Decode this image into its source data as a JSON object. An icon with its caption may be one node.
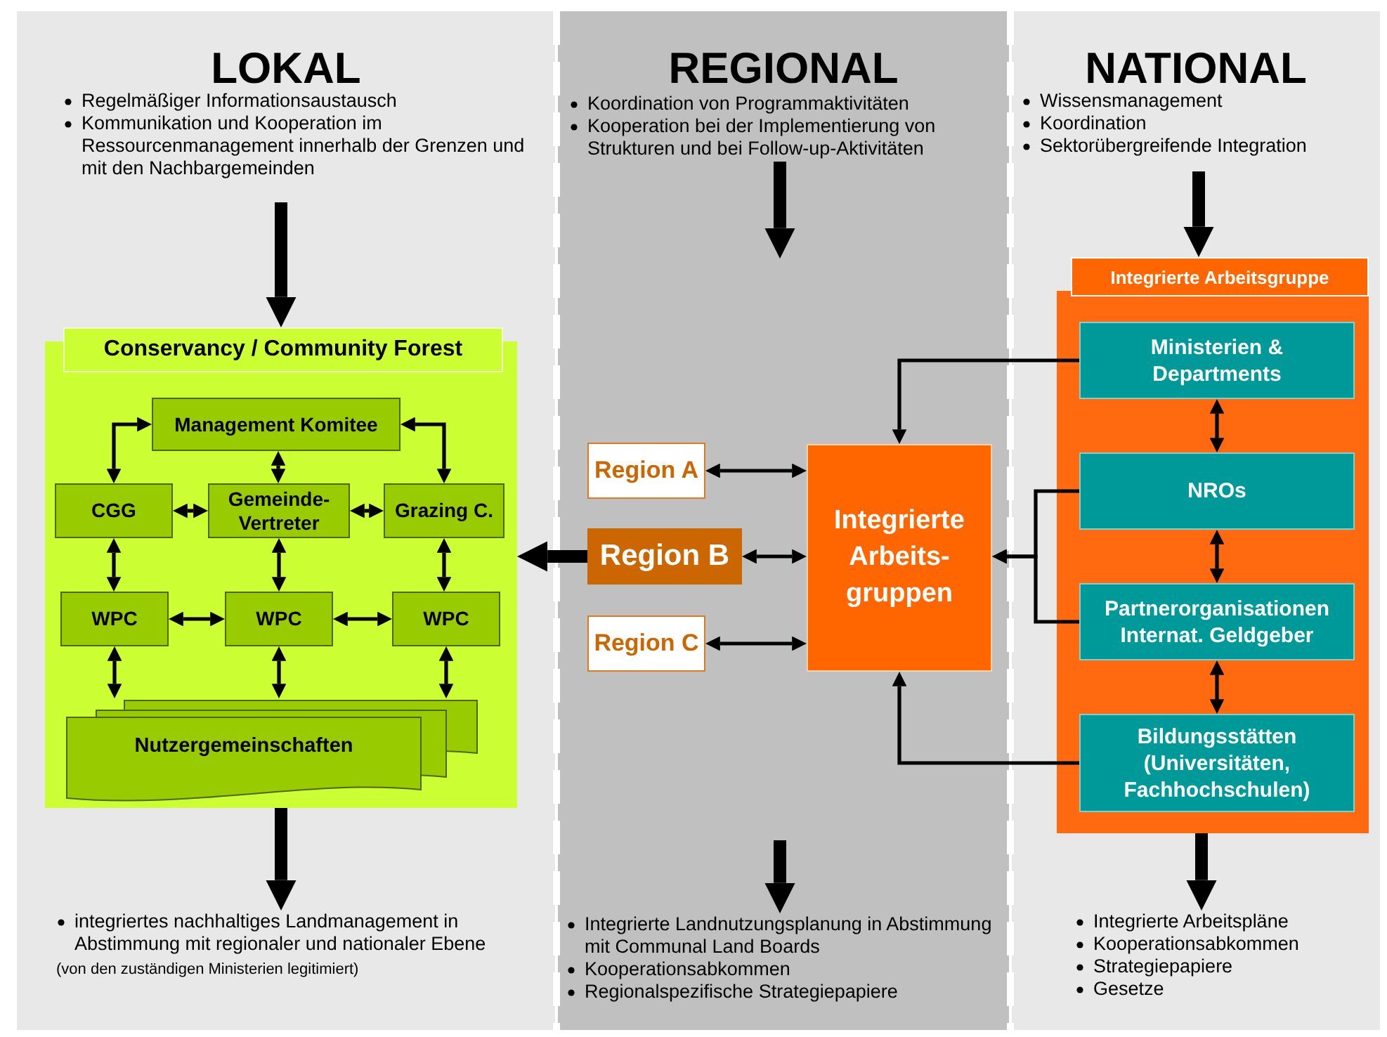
{
  "diagram": {
    "nodes": [
      {
        "text": [
          "LOKAL"
        ]
      },
      {
        "text": [
          "Regelmäßiger Informationsaustausch",
          "Kommunikation und Kooperation im Ressourcenmanagement innerhalb der Grenzen und mit den Nachbargemeinden"
        ],
        "in": 0
      },
      {
        "text": [
          "Conservancy / Community Forest"
        ],
        "in": 0
      },
      {
        "text": [
          "Management Komitee"
        ],
        "in": 2
      },
      {
        "text": [
          "CGG"
        ],
        "in": 2
      },
      {
        "text": [
          "Gemeinde-Vertreter"
        ],
        "in": 2
      },
      {
        "text": [
          "Grazing C."
        ],
        "in": 2
      },
      {
        "text": [
          "WPC"
        ],
        "in": 2
      },
      {
        "text": [
          "WPC"
        ],
        "in": 2
      },
      {
        "text": [
          "WPC"
        ],
        "in": 2
      },
      {
        "text": [
          "Nutzergemeinschaften"
        ],
        "in": 2
      },
      {
        "text": [
          "integriertes nachhaltiges Landmanagement in Abstimmung mit regionaler und nationaler Ebene"
        ],
        "beside": [
          "(von den zuständigen Ministerien legitimiert)"
        ],
        "in": 0
      },
      {
        "text": [
          "REGIONAL"
        ]
      },
      {
        "text": [
          "Koordination von Programmaktivitäten",
          "Kooperation bei der Implementierung von Strukturen und bei Follow-up-Aktivitäten"
        ],
        "in": 12
      },
      {
        "text": [
          "Region A"
        ],
        "in": 12
      },
      {
        "text": [
          "Region B"
        ],
        "in": 12
      },
      {
        "text": [
          "Region C"
        ],
        "in": 12
      },
      {
        "text": [
          "Integrierte Arbeits-gruppen"
        ],
        "in": 12
      },
      {
        "text": [
          "Integrierte Landnutzungsplanung in Abstimmung mit Communal Land Boards",
          "Kooperationsabkommen",
          "Regionalspezifische Strategiepapiere"
        ],
        "in": 12
      },
      {
        "text": [
          "NATIONAL"
        ]
      },
      {
        "text": [
          "Wissensmanagement",
          "Koordination",
          "Sektorübergreifende Integration"
        ],
        "in": 19
      },
      {
        "text": [
          "Integrierte Arbeitsgruppe"
        ],
        "in": 19
      },
      {
        "text": [
          "Ministerien & Departments"
        ],
        "in": 21
      },
      {
        "text": [
          "NROs"
        ],
        "in": 21
      },
      {
        "text": [
          "Partnerorganisationen Internat. Geldgeber"
        ],
        "in": 21
      },
      {
        "text": [
          "Bildungsstätten (Universitäten, Fachhochschulen)"
        ],
        "in": 21
      },
      {
        "text": [
          "Integrierte Arbeitspläne",
          "Kooperationsabkommen",
          "Strategiepapiere",
          "Gesetze"
        ],
        "in": 19
      }
    ],
    "edges": [
      {
        "from": 1,
        "to": 2,
        "arrow": "to",
        "style": "thick"
      },
      {
        "from": 2,
        "to": 11,
        "arrow": "to",
        "style": "thick"
      },
      {
        "from": 3,
        "to": 4,
        "arrow": "both"
      },
      {
        "from": 3,
        "to": 6,
        "arrow": "both"
      },
      {
        "from": 3,
        "to": 5,
        "arrow": "both"
      },
      {
        "from": 4,
        "to": 5,
        "arrow": "both"
      },
      {
        "from": 5,
        "to": 6,
        "arrow": "both"
      },
      {
        "from": 4,
        "to": 7,
        "arrow": "both"
      },
      {
        "from": 5,
        "to": 8,
        "arrow": "both"
      },
      {
        "from": 6,
        "to": 9,
        "arrow": "both"
      },
      {
        "from": 7,
        "to": 8,
        "arrow": "both"
      },
      {
        "from": 8,
        "to": 9,
        "arrow": "both"
      },
      {
        "from": 7,
        "to": 10,
        "arrow": "both"
      },
      {
        "from": 8,
        "to": 10,
        "arrow": "both"
      },
      {
        "from": 9,
        "to": 10,
        "arrow": "both"
      },
      {
        "from": 13,
        "to": null,
        "arrow": "to",
        "style": "thick"
      },
      {
        "from": null,
        "to": 18,
        "arrow": "to",
        "style": "thick"
      },
      {
        "from": 20,
        "to": 21,
        "arrow": "to",
        "style": "thick"
      },
      {
        "from": 21,
        "to": 26,
        "arrow": "to",
        "style": "thick"
      },
      {
        "from": 14,
        "to": 17,
        "arrow": "both"
      },
      {
        "from": 15,
        "to": 17,
        "arrow": "both"
      },
      {
        "from": 16,
        "to": 17,
        "arrow": "both"
      },
      {
        "from": 15,
        "to": 2,
        "arrow": "to",
        "style": "thick"
      },
      {
        "from": 22,
        "to": 17,
        "arrow": "to"
      },
      {
        "from": 23,
        "to": 17,
        "arrow": "to"
      },
      {
        "from": 24,
        "to": 17,
        "arrow": "to"
      },
      {
        "from": 25,
        "to": 17,
        "arrow": "to"
      },
      {
        "from": 22,
        "to": 23,
        "arrow": "both"
      },
      {
        "from": 23,
        "to": 24,
        "arrow": "both"
      },
      {
        "from": 24,
        "to": 25,
        "arrow": "both"
      }
    ]
  }
}
